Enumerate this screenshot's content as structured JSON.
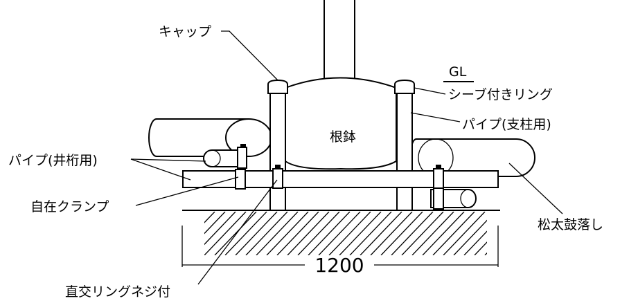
{
  "labels": {
    "cap": "キャップ",
    "gl": "GL",
    "sheave_ring": "シーブ付きリング",
    "pipe_post": "パイプ(支柱用)",
    "root_ball": "根鉢",
    "pipe_grid": "パイプ(井桁用)",
    "free_clamp": "自在クランプ",
    "log": "松太鼓落し",
    "ortho_ring": "直交リングネジ付",
    "dimension": "1200"
  },
  "colors": {
    "line": "#000000",
    "background": "#ffffff"
  }
}
